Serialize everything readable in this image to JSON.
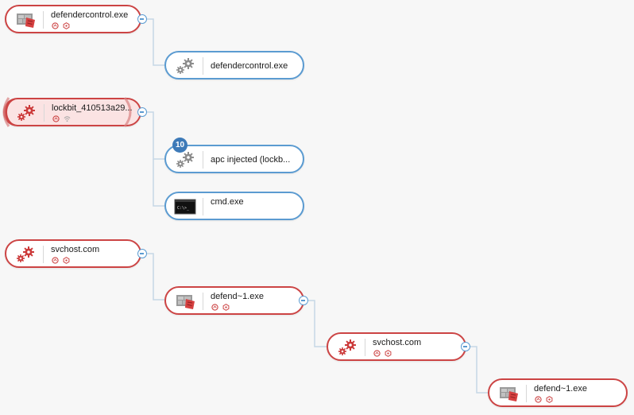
{
  "tree": {
    "node_defendercontrol_parent": {
      "title": "defendercontrol.exe",
      "icon": "defender-shield-icon"
    },
    "node_defendercontrol_child": {
      "title": "defendercontrol.exe",
      "icon": "gears-icon"
    },
    "node_lockbit": {
      "title": "lockbit_410513a29...",
      "icon": "gears-icon"
    },
    "node_apc_injected": {
      "title": "apc injected (lockb...",
      "icon": "gears-icon",
      "count": "10"
    },
    "node_cmd": {
      "title": "cmd.exe",
      "icon": "terminal-icon",
      "terminal_text": "C:\\>_"
    },
    "node_svchost_root": {
      "title": "svchost.com",
      "icon": "gears-icon"
    },
    "node_defend_1_a": {
      "title": "defend~1.exe",
      "icon": "defender-shield-icon"
    },
    "node_svchost_nested": {
      "title": "svchost.com",
      "icon": "gears-icon"
    },
    "node_defend_1_b": {
      "title": "defend~1.exe",
      "icon": "defender-shield-icon"
    }
  },
  "colors": {
    "malicious_border": "#cc4444",
    "benign_border": "#5b9bd1",
    "alert_fill": "#fbe3e3",
    "connector": "#c6d7e6",
    "badge_blue": "#3d7ab8"
  }
}
